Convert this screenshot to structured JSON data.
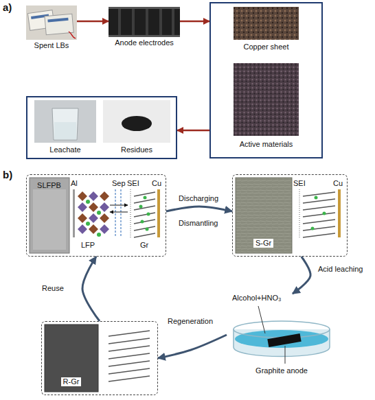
{
  "diagram": {
    "nodes": [
      {
        "text": [
          "Spent LBs"
        ]
      },
      {
        "text": [
          "Anode electrodes"
        ]
      },
      {
        "text": []
      },
      {
        "text": [
          "Copper sheet"
        ],
        "in": 2
      },
      {
        "text": [
          "Active materials"
        ],
        "in": 2
      },
      {
        "text": []
      },
      {
        "text": [
          "Leachate"
        ],
        "in": 5
      },
      {
        "text": [
          "Residues"
        ],
        "in": 5
      },
      {
        "text": []
      },
      {
        "text": [
          "SLFPB"
        ],
        "in": 8
      },
      {
        "text": []
      },
      {
        "text": [
          "S-Gr"
        ],
        "in": 10
      },
      {
        "text": [
          "Alcohol+HNO₃",
          "Graphite anode"
        ]
      },
      {
        "text": []
      },
      {
        "text": [
          "R-Gr"
        ],
        "in": 13
      }
    ],
    "edges": [
      {
        "from": 0,
        "to": 1,
        "arrow": "to"
      },
      {
        "from": 1,
        "to": 2,
        "arrow": "to"
      },
      {
        "from": 2,
        "to": 5,
        "arrow": "to"
      },
      {
        "from": 8,
        "to": 10,
        "arrow": "to",
        "label": "Discharging"
      },
      {
        "from": 10,
        "to": 12,
        "arrow": "to",
        "label": "Acid leaching"
      },
      {
        "from": 12,
        "to": 13,
        "arrow": "to",
        "label": "Regeneration"
      },
      {
        "from": 13,
        "to": 8,
        "arrow": "to",
        "label": "Reuse"
      }
    ],
    "labels": [
      "a)",
      "b)",
      "Al",
      "Sep",
      "SEI",
      "Cu",
      "LFP",
      "Gr",
      "SEI",
      "Cu",
      "Dismantling"
    ]
  }
}
